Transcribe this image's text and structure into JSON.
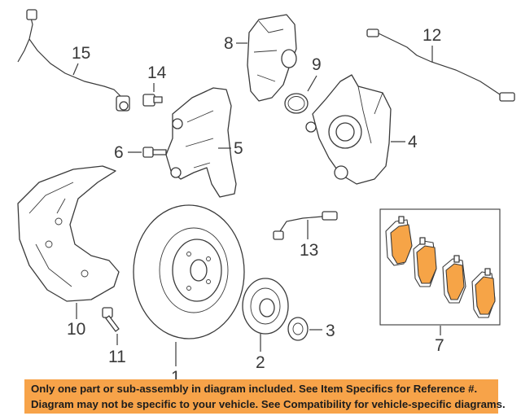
{
  "callouts": {
    "c1": "1",
    "c2": "2",
    "c3": "3",
    "c4": "4",
    "c5": "5",
    "c6": "6",
    "c7": "7",
    "c8": "8",
    "c9": "9",
    "c10": "10",
    "c11": "11",
    "c12": "12",
    "c13": "13",
    "c14": "14",
    "c15": "15"
  },
  "banner": {
    "line1": "Only one part or sub-assembly in diagram included. See Item Specifics for Reference #.",
    "line2": "Diagram may not be specific to your vehicle. See Compatibility for vehicle-specific diagrams."
  },
  "colors": {
    "banner_bg": "#f7a349",
    "pad_orange": "#f6a447",
    "line": "#3a3a3a"
  }
}
